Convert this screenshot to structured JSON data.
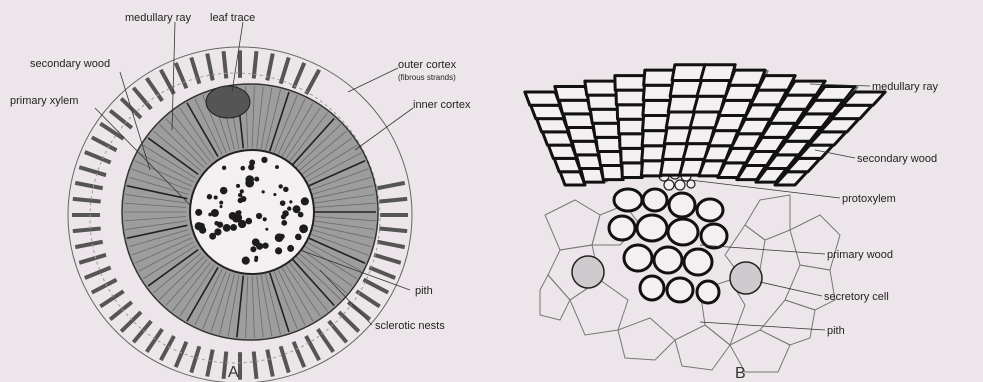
{
  "figure_a": {
    "panel_label": "A",
    "labels": {
      "medullary_ray": "medullary ray",
      "leaf_trace": "leaf trace",
      "secondary_wood": "secondary wood",
      "primary_xylem": "primary xylem",
      "outer_cortex": "outer cortex",
      "outer_cortex_note": "(fibrous strands)",
      "inner_cortex": "inner cortex",
      "pith": "pith",
      "sclerotic_nests": "sclerotic nests"
    }
  },
  "figure_b": {
    "panel_label": "B",
    "labels": {
      "medullary_ray": "medullary ray",
      "secondary_wood": "secondary wood",
      "protoxylem": "protoxylem",
      "primary_wood": "primary wood",
      "secretory_cell": "secretory cell",
      "pith": "pith"
    }
  },
  "colors": {
    "background": "#ece6ea",
    "ink": "#222222"
  }
}
